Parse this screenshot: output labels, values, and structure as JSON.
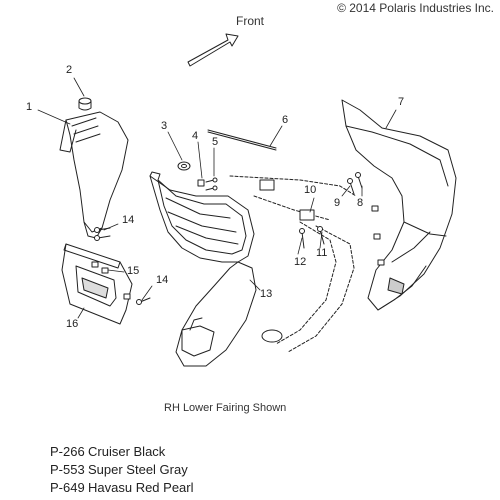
{
  "copyright": "© 2014 Polaris Industries Inc.",
  "direction_label": "Front",
  "caption": "RH Lower Fairing Shown",
  "callouts": [
    "1",
    "2",
    "3",
    "4",
    "5",
    "6",
    "7",
    "8",
    "9",
    "10",
    "11",
    "12",
    "13",
    "14",
    "14",
    "15",
    "16"
  ],
  "legend": [
    {
      "code": "P-266",
      "color": "Cruiser Black"
    },
    {
      "code": "P-553",
      "color": "Super Steel Gray"
    },
    {
      "code": "P-649",
      "color": "Havasu Red Pearl"
    }
  ]
}
